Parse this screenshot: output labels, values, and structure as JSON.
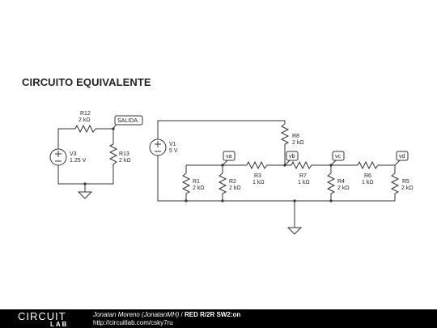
{
  "title": "CIRCUITO EQUIVALENTE",
  "left_circuit": {
    "R12": {
      "name": "R12",
      "value": "2 kΩ"
    },
    "R13": {
      "name": "R13",
      "value": "2 kΩ"
    },
    "V3": {
      "name": "V3",
      "value": "1.25 V"
    },
    "output_tag": "SALIDA."
  },
  "right_circuit": {
    "V1": {
      "name": "V1",
      "value": "5 V"
    },
    "R1": {
      "name": "R1",
      "value": "2 kΩ"
    },
    "R2": {
      "name": "R2",
      "value": "2 kΩ"
    },
    "R3": {
      "name": "R3",
      "value": "1 kΩ"
    },
    "R4": {
      "name": "R4",
      "value": "2 kΩ"
    },
    "R5": {
      "name": "R5",
      "value": "2 kΩ"
    },
    "R6": {
      "name": "R6",
      "value": "1 kΩ"
    },
    "R7": {
      "name": "R7",
      "value": "1 kΩ"
    },
    "R8": {
      "name": "R8",
      "value": "2 kΩ"
    },
    "tags": {
      "va": "va",
      "vb": "vb",
      "vc": "vc",
      "vd": "vd"
    }
  },
  "footer": {
    "logo_top": "CIRCUIT",
    "logo_bottom": "LAB",
    "author": "Jonatan Moreno (JonatanMH)",
    "separator": " / ",
    "circuit_title": "RED R/2R SW2:on",
    "url": "http://circuitlab.com/csky7ru"
  },
  "colors": {
    "wire": "#333333",
    "footer_bg": "#000000",
    "footer_text": "#ffffff"
  }
}
